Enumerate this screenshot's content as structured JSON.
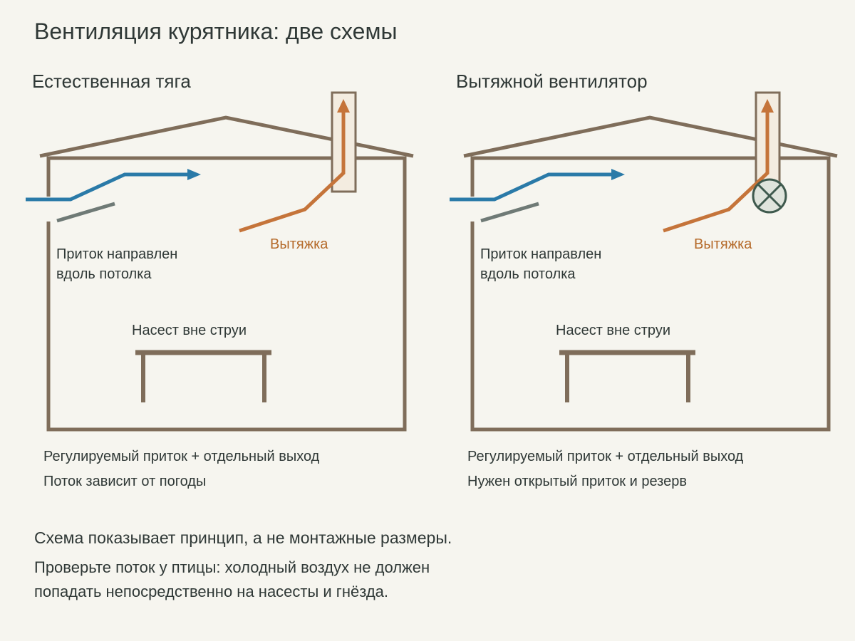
{
  "title": "Вентиляция курятника: две схемы",
  "colors": {
    "background": "#f6f5ef",
    "structure": "#7f6d5a",
    "intake_flow": "#2a7aa8",
    "exhaust_flow": "#c5743a",
    "flap": "#6f7a76",
    "fan": "#3f5a4e",
    "text": "#2f3836"
  },
  "panels": [
    {
      "title": "Естественная тяга",
      "intake_label": "Приток направлен вдоль потолка",
      "exhaust_label": "Вытяжка",
      "perch_label": "Насест вне струи",
      "notes": [
        "Регулируемый приток + отдельный выход",
        "Поток зависит от погоды"
      ],
      "has_fan": false
    },
    {
      "title": "Вытяжной вентилятор",
      "intake_label": "Приток направлен вдоль потолка",
      "exhaust_label": "Вытяжка",
      "perch_label": "Насест вне струи",
      "notes": [
        "Регулируемый приток + отдельный выход",
        "Нужен открытый приток и резерв"
      ],
      "has_fan": true,
      "icons": {
        "fan": "fan-icon"
      }
    }
  ],
  "footer": {
    "line1": "Схема показывает принцип, а не монтажные размеры.",
    "line2": "Проверьте поток у птицы: холодный воздух не должен",
    "line3": "попадать непосредственно на насесты и гнёзда."
  }
}
